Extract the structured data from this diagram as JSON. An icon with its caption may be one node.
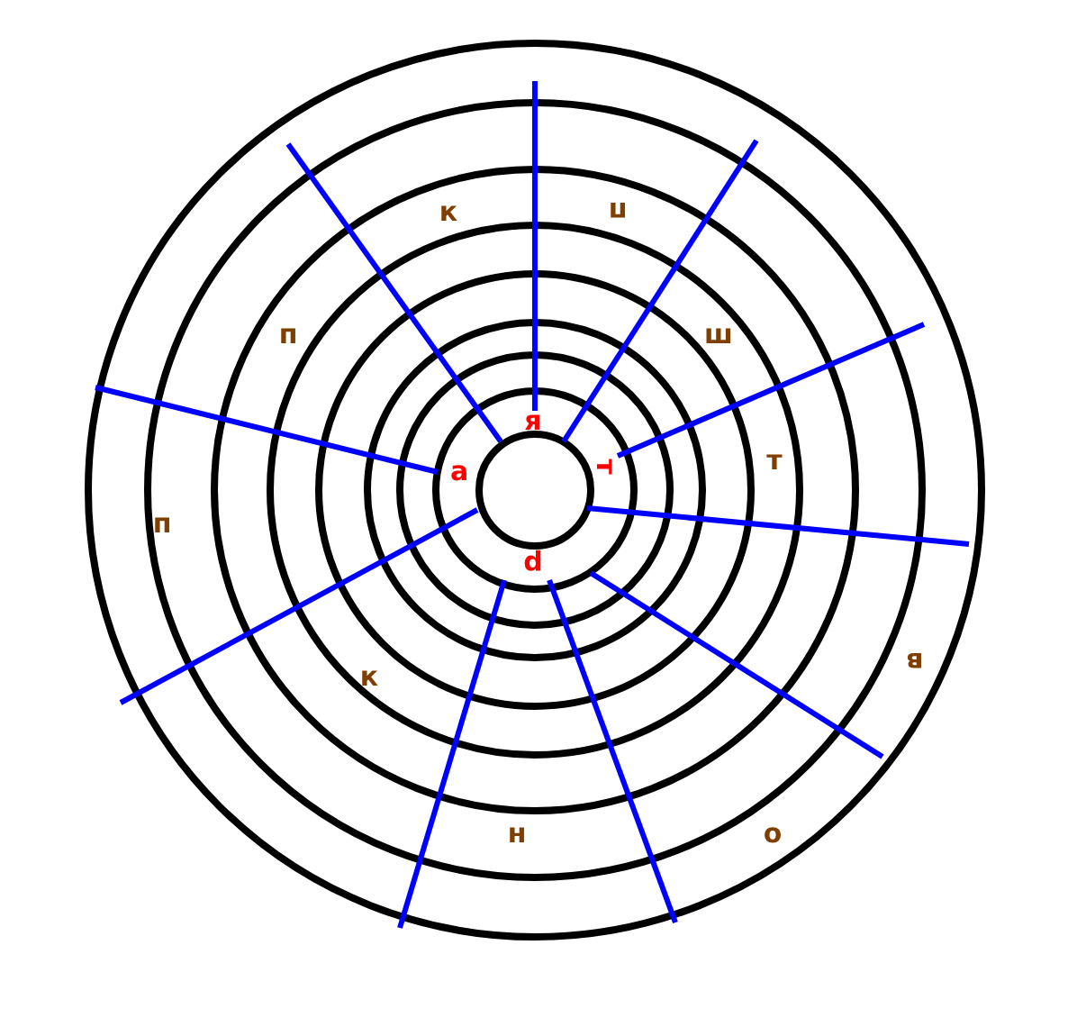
{
  "diagram": {
    "labels": [
      "к",
      "п",
      "п",
      "ш",
      "я",
      "а",
      "т",
      "т",
      "п",
      "р",
      "в",
      "к",
      "н",
      "о"
    ]
  }
}
